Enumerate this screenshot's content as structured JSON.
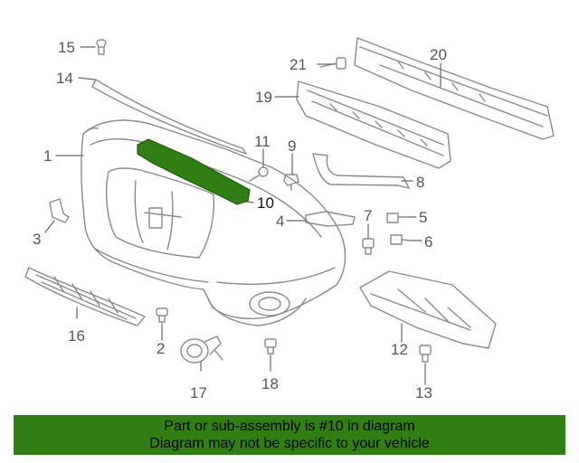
{
  "diagram": {
    "highlight_color": "#2f7f12",
    "callouts": [
      {
        "id": "c15",
        "label": "15"
      },
      {
        "id": "c14",
        "label": "14"
      },
      {
        "id": "c1",
        "label": "1"
      },
      {
        "id": "c3",
        "label": "3"
      },
      {
        "id": "c16",
        "label": "16"
      },
      {
        "id": "c2",
        "label": "2"
      },
      {
        "id": "c17",
        "label": "17"
      },
      {
        "id": "c18",
        "label": "18"
      },
      {
        "id": "c11",
        "label": "11"
      },
      {
        "id": "c9",
        "label": "9"
      },
      {
        "id": "c10",
        "label": "10"
      },
      {
        "id": "c21",
        "label": "21"
      },
      {
        "id": "c20",
        "label": "20"
      },
      {
        "id": "c19",
        "label": "19"
      },
      {
        "id": "c8",
        "label": "8"
      },
      {
        "id": "c4",
        "label": "4"
      },
      {
        "id": "c7",
        "label": "7"
      },
      {
        "id": "c5",
        "label": "5"
      },
      {
        "id": "c6",
        "label": "6"
      },
      {
        "id": "c12",
        "label": "12"
      },
      {
        "id": "c13",
        "label": "13"
      }
    ]
  },
  "banner": {
    "line1": "Part or sub-assembly is #10 in diagram",
    "line2": "Diagram may not be specific to your vehicle",
    "background": "#2f7f12"
  }
}
